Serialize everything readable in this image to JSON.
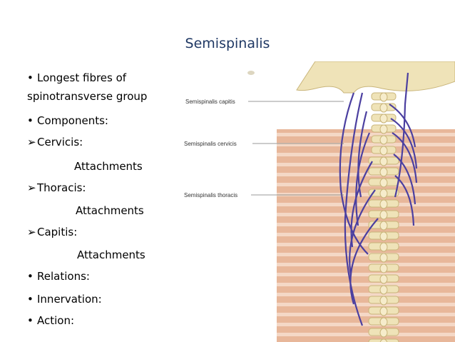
{
  "slide": {
    "title": "Semispinalis",
    "bullets": [
      {
        "symbol": "•",
        "text": "Longest fibres of"
      },
      {
        "symbol": "",
        "text": "spinotransverse group"
      },
      {
        "symbol": "•",
        "text": "Components:"
      },
      {
        "symbol": "➢",
        "text": "Cervicis:"
      },
      {
        "symbol": "",
        "text": "Attachments"
      },
      {
        "symbol": "➢",
        "text": "Thoracis:"
      },
      {
        "symbol": "",
        "text": "Attachments"
      },
      {
        "symbol": "➢",
        "text": "Capitis:"
      },
      {
        "symbol": "",
        "text": "Attachments"
      },
      {
        "symbol": "•",
        "text": "Relations:"
      },
      {
        "symbol": "•",
        "text": "Innervation:"
      },
      {
        "symbol": "•",
        "text": "Action:"
      }
    ]
  },
  "figure": {
    "labels": [
      "Semispinalis capitis",
      "Semispinalis cervicis",
      "Semispinalis thoracis"
    ],
    "colors": {
      "bone": "#efe3b8",
      "bone_edge": "#c9b57a",
      "muscle": "#e8b79a",
      "muscle_stripe": "#f4d8c6",
      "fibre": "#4b3fa0"
    }
  }
}
